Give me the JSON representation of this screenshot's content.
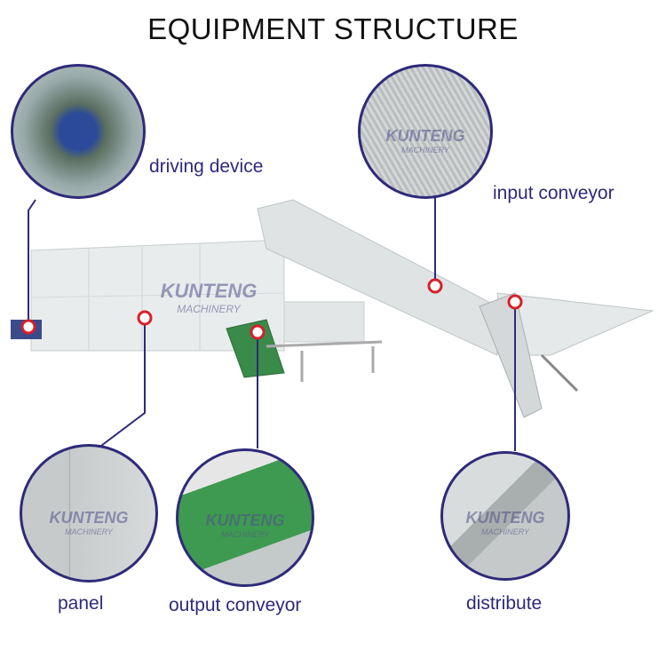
{
  "title": "EQUIPMENT STRUCTURE",
  "watermark": {
    "brand": "KUNTENG",
    "sub": "MACHINERY"
  },
  "callouts": [
    {
      "label": "driving device"
    },
    {
      "label": "input conveyor"
    },
    {
      "label": "panel"
    },
    {
      "label": "output conveyor"
    },
    {
      "label": "distribute"
    }
  ],
  "colors": {
    "accent": "#2e2a7a",
    "marker": "#d8202a"
  }
}
